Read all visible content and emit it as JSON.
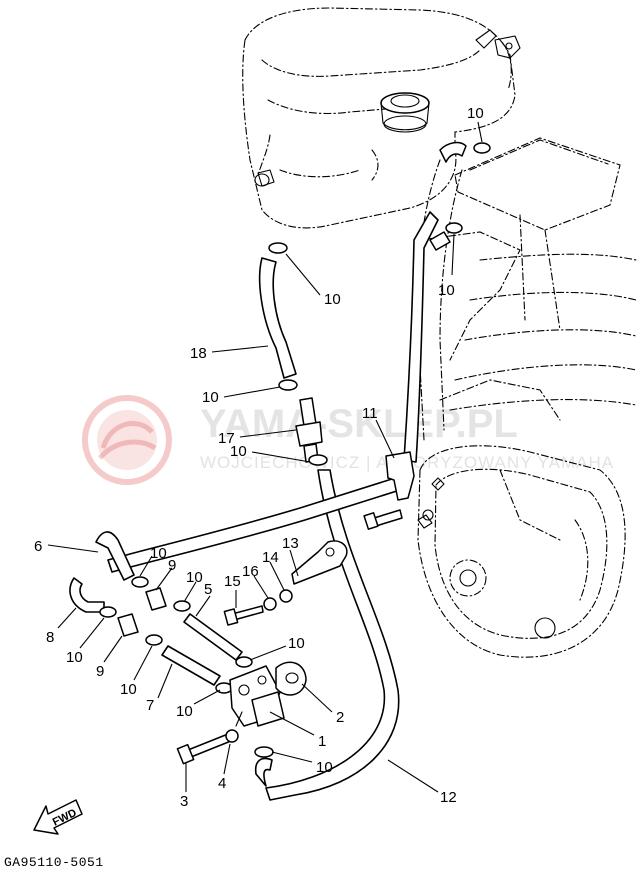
{
  "watermark": {
    "title": "YAMA-SKLEP.PL",
    "subtitle": "WOJCIECHOWICZ | AUTORYZOWANY YAMAHA",
    "logo_color": "#e06666"
  },
  "diagram_code": "GA95110-5051",
  "fwd_label": "FWD",
  "callouts": [
    {
      "id": "c10a",
      "text": "10",
      "part": "hose clip (top right)"
    },
    {
      "id": "c10b",
      "text": "10",
      "part": "hose clip (right)"
    },
    {
      "id": "c10c",
      "text": "10",
      "part": "hose clip (tank outlet)"
    },
    {
      "id": "c18",
      "text": "18",
      "part": "fuel hose"
    },
    {
      "id": "c10d",
      "text": "10",
      "part": "hose clip"
    },
    {
      "id": "c17",
      "text": "17",
      "part": "fuel filter"
    },
    {
      "id": "c11",
      "text": "11",
      "part": "hose holder"
    },
    {
      "id": "c10e",
      "text": "10",
      "part": "hose clip"
    },
    {
      "id": "c6",
      "text": "6",
      "part": "hose"
    },
    {
      "id": "c10f",
      "text": "10",
      "part": "hose clip"
    },
    {
      "id": "c9a",
      "text": "9",
      "part": "joint"
    },
    {
      "id": "c10g",
      "text": "10",
      "part": "hose clip"
    },
    {
      "id": "c5",
      "text": "5",
      "part": "hose"
    },
    {
      "id": "c13",
      "text": "13",
      "part": "bracket"
    },
    {
      "id": "c14",
      "text": "14",
      "part": "washer"
    },
    {
      "id": "c16",
      "text": "16",
      "part": "washer"
    },
    {
      "id": "c15",
      "text": "15",
      "part": "bolt"
    },
    {
      "id": "c8",
      "text": "8",
      "part": "hose"
    },
    {
      "id": "c10h",
      "text": "10",
      "part": "hose clip"
    },
    {
      "id": "c9b",
      "text": "9",
      "part": "joint"
    },
    {
      "id": "c10i",
      "text": "10",
      "part": "hose clip"
    },
    {
      "id": "c7",
      "text": "7",
      "part": "hose"
    },
    {
      "id": "c10j",
      "text": "10",
      "part": "hose clip"
    },
    {
      "id": "c10k",
      "text": "10",
      "part": "hose clip"
    },
    {
      "id": "c2",
      "text": "2",
      "part": "gasket"
    },
    {
      "id": "c1",
      "text": "1",
      "part": "fuel cock"
    },
    {
      "id": "c10l",
      "text": "10",
      "part": "hose clip"
    },
    {
      "id": "c4",
      "text": "4",
      "part": "washer"
    },
    {
      "id": "c3",
      "text": "3",
      "part": "bolt"
    },
    {
      "id": "c12",
      "text": "12",
      "part": "fuel hose"
    }
  ]
}
